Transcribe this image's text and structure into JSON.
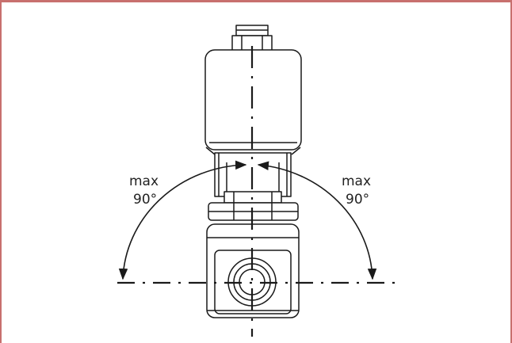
{
  "labels": {
    "left_line1": "max",
    "left_line2": "90°",
    "right_line1": "max",
    "right_line2": "90°"
  },
  "colors": {
    "frame": "#c8706e",
    "line": "#1a1a1a",
    "text": "#222222"
  }
}
